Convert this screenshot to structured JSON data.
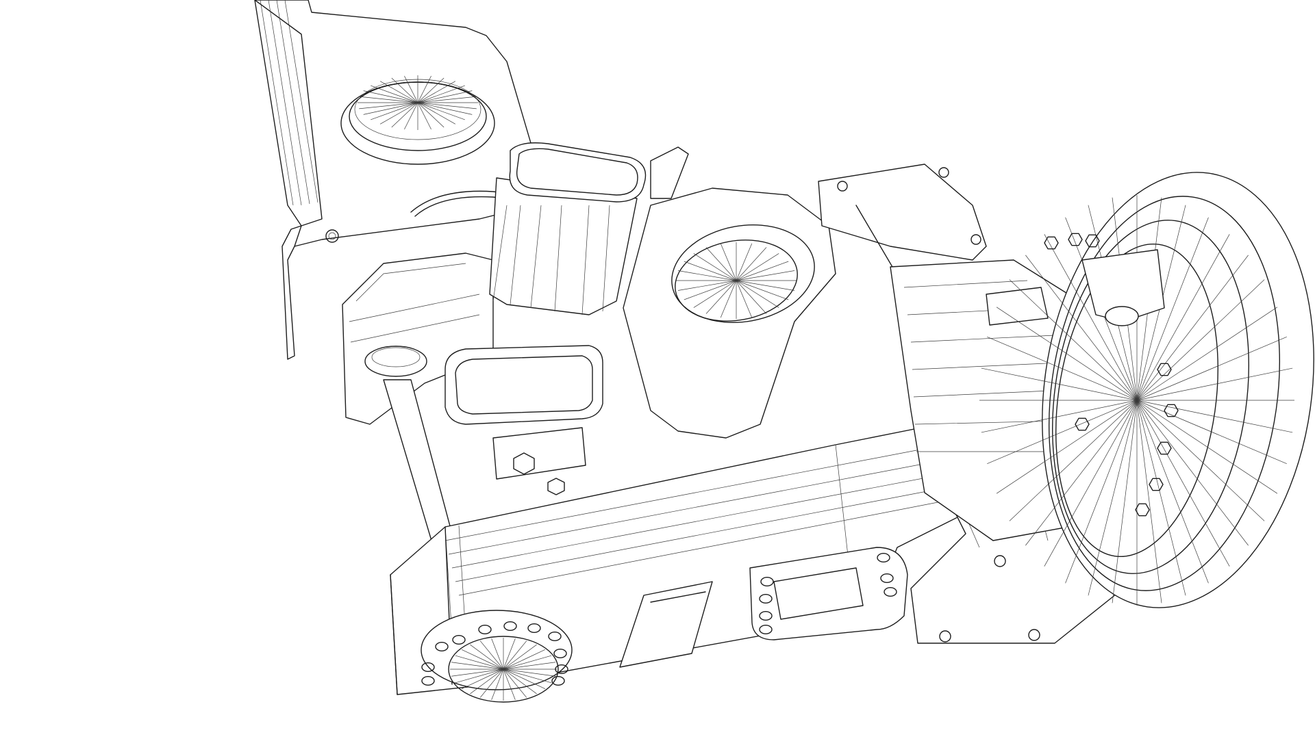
{
  "viewport": {
    "background": "#ffffff",
    "line_color": "#1c1c1c",
    "render_mode": "wireframe"
  },
  "parts": [
    {
      "name": "mounting-plate"
    },
    {
      "name": "top-round-knob"
    },
    {
      "name": "cable"
    },
    {
      "name": "oval-tube-upper"
    },
    {
      "name": "cylindrical-housing"
    },
    {
      "name": "main-block"
    },
    {
      "name": "end-cap-block"
    },
    {
      "name": "motor-housing"
    },
    {
      "name": "large-wheel"
    },
    {
      "name": "round-dial"
    },
    {
      "name": "slot-plate"
    },
    {
      "name": "lower-post"
    }
  ]
}
